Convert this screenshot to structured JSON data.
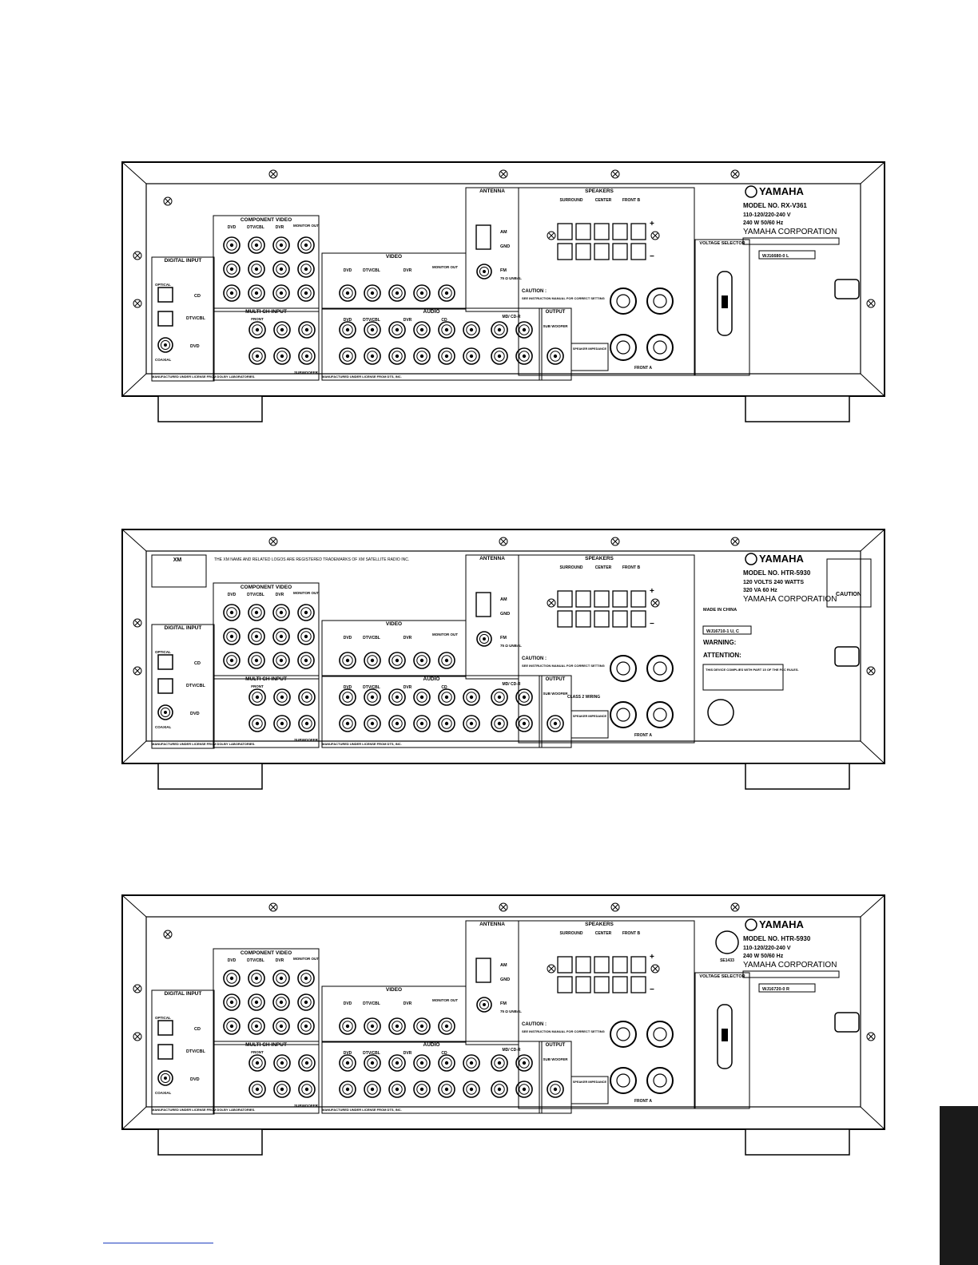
{
  "panels": [
    {
      "model": "MODEL NO. RX-V361",
      "power1": "110-120/220-240 V",
      "power2": "240 W     50/60 Hz",
      "corp": "YAMAHA CORPORATION",
      "serial": "WJ16680-0 L",
      "variant": "A"
    },
    {
      "model": "MODEL NO. HTR-5930",
      "power1": "120 VOLTS         240 WATTS",
      "power2": "320 VA                60 Hz",
      "corp": "YAMAHA CORPORATION",
      "made": "MADE IN CHINA",
      "serial": "WJ16710-1 U, C",
      "variant": "B"
    },
    {
      "model": "MODEL NO. HTR-5930",
      "power1": "110-120/220-240 V",
      "power2": "240 W     50/60 Hz",
      "corp": "YAMAHA CORPORATION",
      "serial": "WJ16720-0 R",
      "variant": "C"
    }
  ],
  "labels": {
    "brand": "YAMAHA",
    "antenna": "ANTENNA",
    "speakers": "SPEAKERS",
    "component_video": "COMPONENT VIDEO",
    "digital_input": "DIGITAL INPUT",
    "video": "VIDEO",
    "audio": "AUDIO",
    "multi_ch": "MULTI CH INPUT",
    "output": "OUTPUT",
    "voltage_selector": "VOLTAGE SELECTOR",
    "surround": "SURROUND",
    "center": "CENTER",
    "front_b": "FRONT B",
    "front_a": "FRONT A",
    "am": "AM",
    "gnd": "GND",
    "fm": "FM",
    "fm_ohm": "75 Ω UNBAL",
    "dvd": "DVD",
    "dtv_cbl": "DTV/CBL",
    "dvr": "DVR",
    "monitor_out": "MONITOR OUT",
    "cd": "CD",
    "md_cdr": "MD/ CD-R",
    "sub_woofer": "SUB WOOFER",
    "optical": "OPTICAL",
    "coaxial": "COAXIAL",
    "front": "FRONT",
    "subwoofer_small": "SUBWOOFER",
    "caution": "CAUTION :",
    "caution_text": "SEE INSTRUCTION MANUAL FOR CORRECT SETTING",
    "speaker_impedance": "SPEAKER IMPEDANCE",
    "dolby_text": "MANUFACTURED UNDER LICENSE FROM DOLBY LABORATORIES.",
    "dts_text": "MANUFACTURED UNDER LICENSE FROM DTS, INC.",
    "xm": "XM",
    "xm_text": "THE XM NAME AND RELATED LOGOS ARE REGISTERED TRADEMARKS OF XM SATELLITE RADIO INC.",
    "warning": "WARNING:",
    "attention": "ATTENTION:",
    "caution_box": "CAUTION",
    "class2": "CLASS 2 WIRING",
    "fcc": "THIS DEVICE COMPLIES WITH PART 15 OF THE FCC RULES.",
    "cert": "SE1433"
  }
}
